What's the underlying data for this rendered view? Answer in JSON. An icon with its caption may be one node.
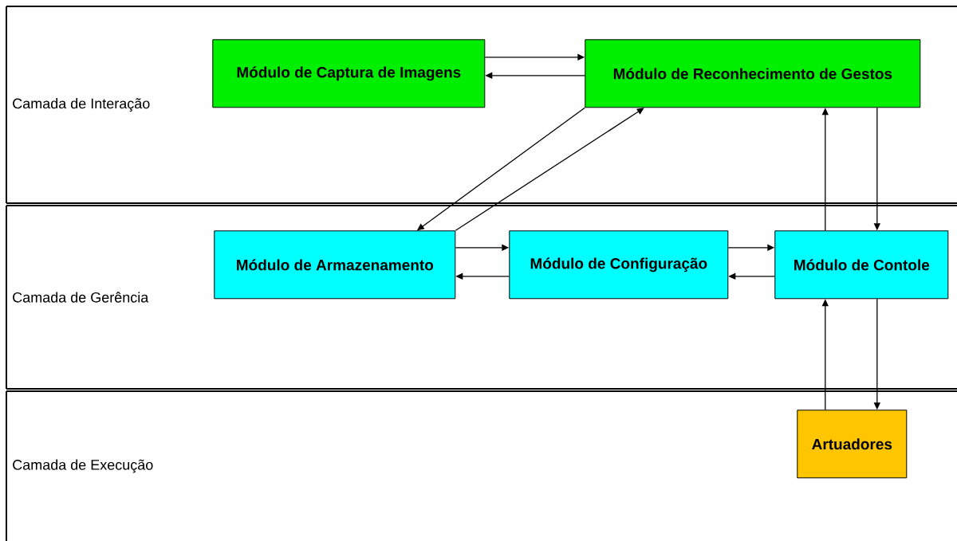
{
  "diagram": {
    "nodes": [
      {
        "text": [
          "Camada de Interação"
        ]
      },
      {
        "text": [
          "Módulo de Captura de Imagens"
        ],
        "in": 0
      },
      {
        "text": [
          "Módulo de Reconhecimento de Gestos"
        ],
        "in": 0
      },
      {
        "text": [
          "Camada de Gerência"
        ]
      },
      {
        "text": [
          "Módulo de Armazenamento"
        ],
        "in": 3
      },
      {
        "text": [
          "Módulo de Configuração"
        ],
        "in": 3
      },
      {
        "text": [
          "Módulo de Contole"
        ],
        "in": 3
      },
      {
        "text": [
          "Camada de Execução"
        ]
      },
      {
        "text": [
          "Artuadores"
        ],
        "in": 7
      }
    ],
    "edges": [
      {
        "from": 1,
        "to": 2,
        "arrow": "to"
      },
      {
        "from": 2,
        "to": 1,
        "arrow": "to"
      },
      {
        "from": 2,
        "to": 4,
        "arrow": "to"
      },
      {
        "from": 4,
        "to": 2,
        "arrow": "to"
      },
      {
        "from": 6,
        "to": 2,
        "arrow": "to"
      },
      {
        "from": 2,
        "to": 6,
        "arrow": "to"
      },
      {
        "from": 4,
        "to": 5,
        "arrow": "to"
      },
      {
        "from": 5,
        "to": 4,
        "arrow": "to"
      },
      {
        "from": 5,
        "to": 6,
        "arrow": "to"
      },
      {
        "from": 6,
        "to": 5,
        "arrow": "to"
      },
      {
        "from": 8,
        "to": 6,
        "arrow": "to"
      },
      {
        "from": 6,
        "to": 8,
        "arrow": "to"
      }
    ]
  }
}
